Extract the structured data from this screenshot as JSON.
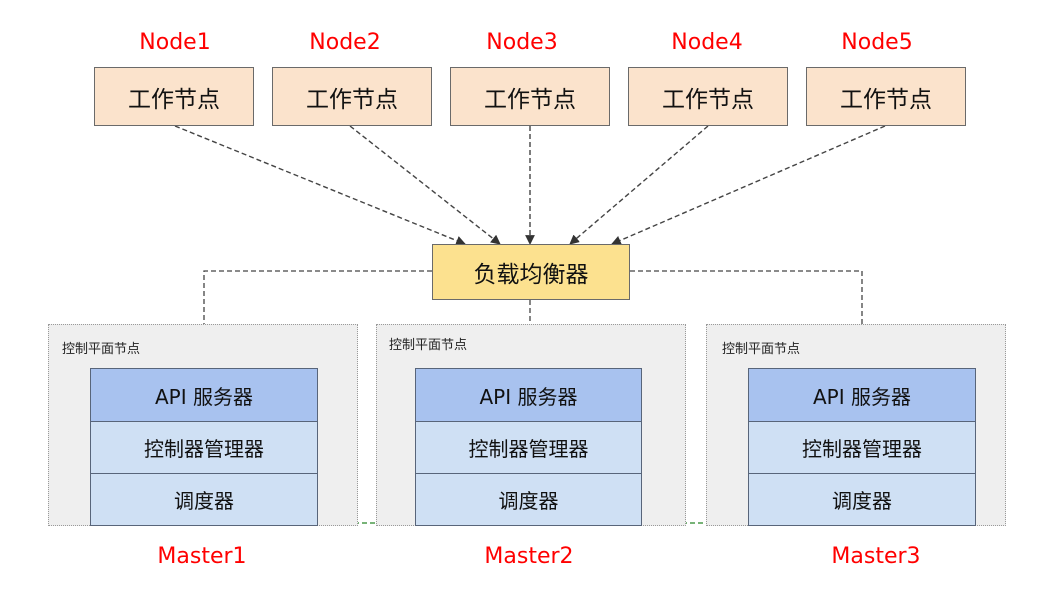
{
  "nodes": [
    {
      "label": "Node1",
      "box": "工作节点"
    },
    {
      "label": "Node2",
      "box": "工作节点"
    },
    {
      "label": "Node3",
      "box": "工作节点"
    },
    {
      "label": "Node4",
      "box": "工作节点"
    },
    {
      "label": "Node5",
      "box": "工作节点"
    }
  ],
  "load_balancer": "负载均衡器",
  "masters": [
    {
      "panel_label": "控制平面节点",
      "api": "API 服务器",
      "controller": "控制器管理器",
      "scheduler": "调度器",
      "name": "Master1"
    },
    {
      "panel_label": "控制平面节点",
      "api": "API 服务器",
      "controller": "控制器管理器",
      "scheduler": "调度器",
      "name": "Master2"
    },
    {
      "panel_label": "控制平面节点",
      "api": "API 服务器",
      "controller": "控制器管理器",
      "scheduler": "调度器",
      "name": "Master3"
    }
  ],
  "colors": {
    "node_fill": "#fbe3cc",
    "load_balancer_fill": "#fce18f",
    "api_fill": "#a8c2ef",
    "component_fill": "#cfe0f4",
    "panel_fill": "#efefef",
    "label_red": "#ff0000"
  }
}
